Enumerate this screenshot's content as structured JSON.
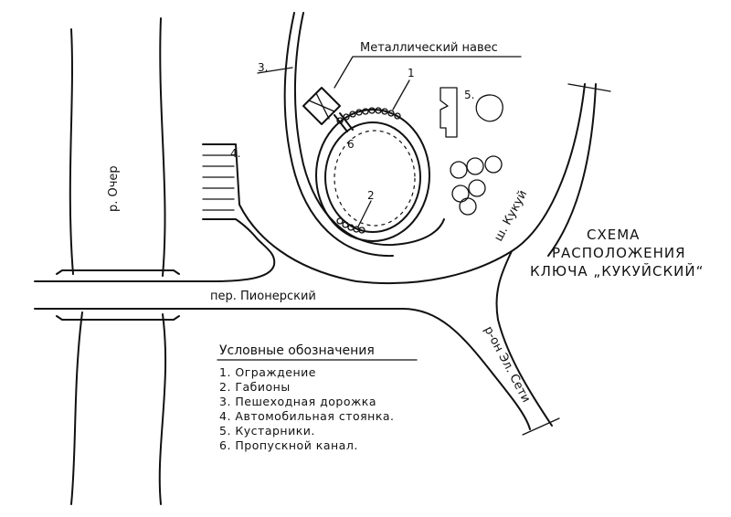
{
  "labels": {
    "canopy": "Металлический навес",
    "river": "р. Очер",
    "lane": "пер. Пионерский",
    "highway": "ш. Кукуй",
    "district": "р-он Эл. Сети"
  },
  "title": {
    "line1": "СХЕМА",
    "line2": "РАСПОЛОЖЕНИЯ",
    "line3": "КЛЮЧА „КУКУЙСКИЙ“"
  },
  "markers": {
    "m1": "1",
    "m2": "2",
    "m3": "3.",
    "m4": "4.",
    "m5": "5.",
    "m6": "6"
  },
  "legend": {
    "heading": "Условные обозначения",
    "items": [
      "1. Ограждение",
      "2. Габионы",
      "3. Пешеходная дорожка",
      "4. Автомобильная стоянка.",
      "5. Кустарники.",
      "6. Пропускной канал."
    ]
  }
}
